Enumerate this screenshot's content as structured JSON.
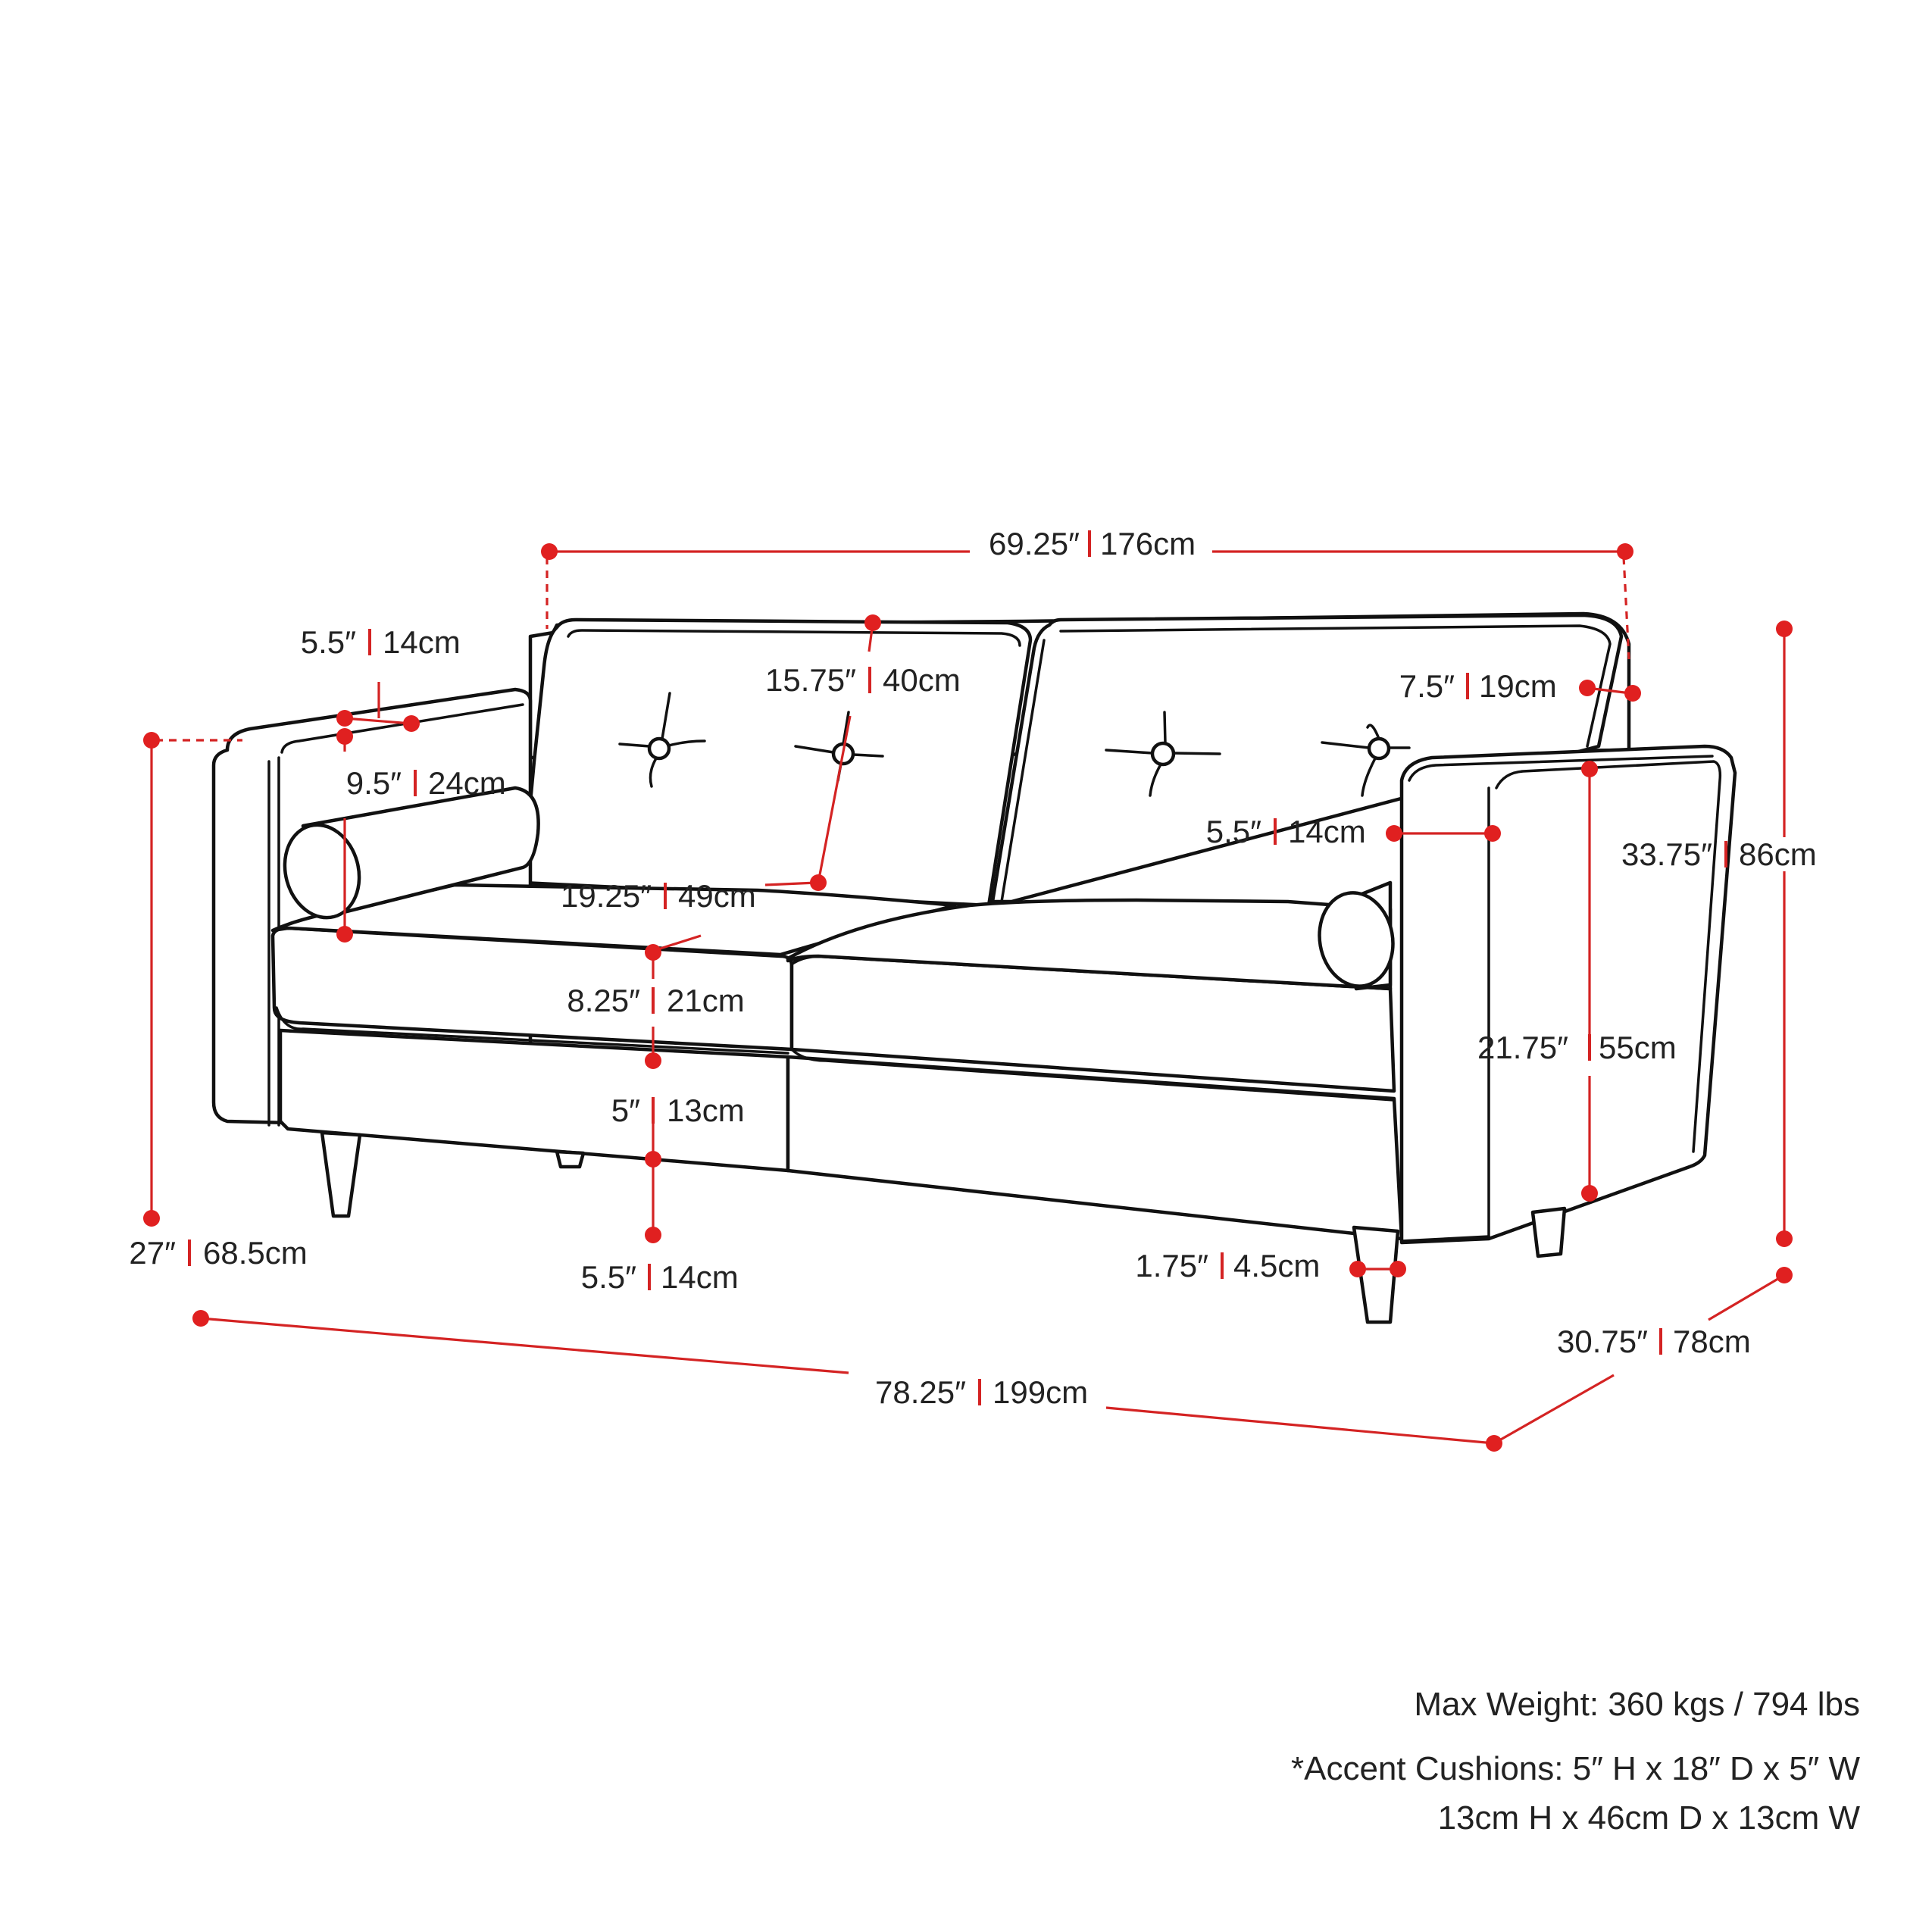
{
  "colors": {
    "dimension_line": "#d42323",
    "marker_dot": "#e02020",
    "outline": "#111111",
    "text": "#222222"
  },
  "dimensions": {
    "back_width": {
      "in": "69.25″",
      "cm": "176cm"
    },
    "arm_width": {
      "in": "5.5″",
      "cm": "14cm"
    },
    "back_cushion": {
      "in": "15.75″",
      "cm": "40cm"
    },
    "back_thickness": {
      "in": "7.5″",
      "cm": "19cm"
    },
    "arm_height": {
      "in": "9.5″",
      "cm": "24cm"
    },
    "arm_inner": {
      "in": "5.5″",
      "cm": "14cm"
    },
    "total_height": {
      "in": "33.75″",
      "cm": "86cm"
    },
    "seat_depth": {
      "in": "19.25″",
      "cm": "49cm"
    },
    "cushion_height": {
      "in": "8.25″",
      "cm": "21cm"
    },
    "base_height": {
      "in": "5″",
      "cm": "13cm"
    },
    "arm_floor": {
      "in": "21.75″",
      "cm": "55cm"
    },
    "arm_total": {
      "in": "27″",
      "cm": "68.5cm"
    },
    "leg_height": {
      "in": "5.5″",
      "cm": "14cm"
    },
    "leg_width": {
      "in": "1.75″",
      "cm": "4.5cm"
    },
    "depth": {
      "in": "30.75″",
      "cm": "78cm"
    },
    "total_width": {
      "in": "78.25″",
      "cm": "199cm"
    }
  },
  "notes": {
    "max_weight": "Max Weight: 360 kgs / 794 lbs",
    "accent_in": "*Accent Cushions: 5″ H x 18″ D x 5″ W",
    "accent_cm": "13cm H x 46cm D x 13cm W"
  }
}
